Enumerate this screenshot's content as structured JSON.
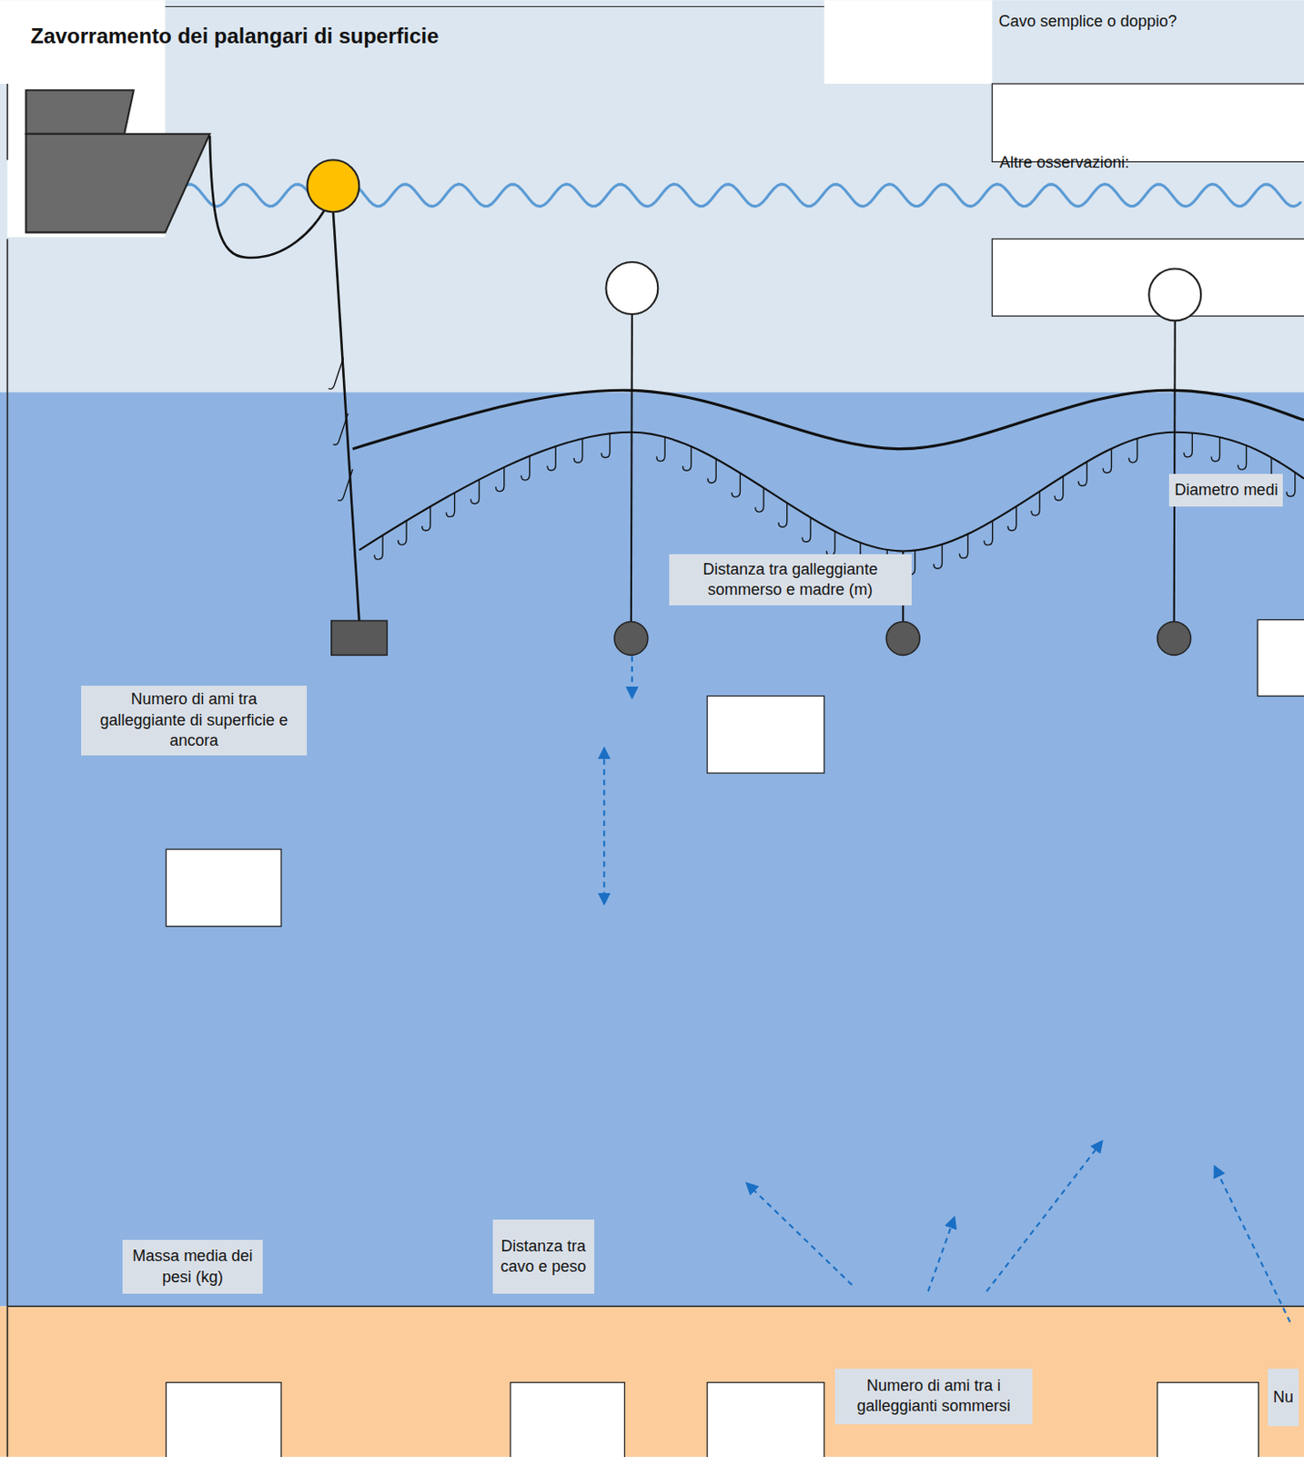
{
  "diagram": {
    "title": "Zavorramento dei palangari di superficie",
    "nodes": [
      {
        "text": [
          "Diametro medi"
        ]
      },
      {
        "text": [
          "Distanza tra galleggiante sommerso e madre (m)"
        ]
      },
      {
        "text": [
          "Numero di ami tra galleggiante di superficie e ancora"
        ]
      },
      {
        "text": [
          "Distanza tra cavo e peso"
        ]
      },
      {
        "text": [
          "Massa media dei pesi (kg)"
        ]
      },
      {
        "text": [
          "Numero di ami tra i galleggianti sommersi"
        ]
      },
      {
        "text": [
          "Nu"
        ]
      }
    ],
    "labels": [
      "Cavo semplice o doppio?",
      "Altre osservazioni:"
    ]
  }
}
